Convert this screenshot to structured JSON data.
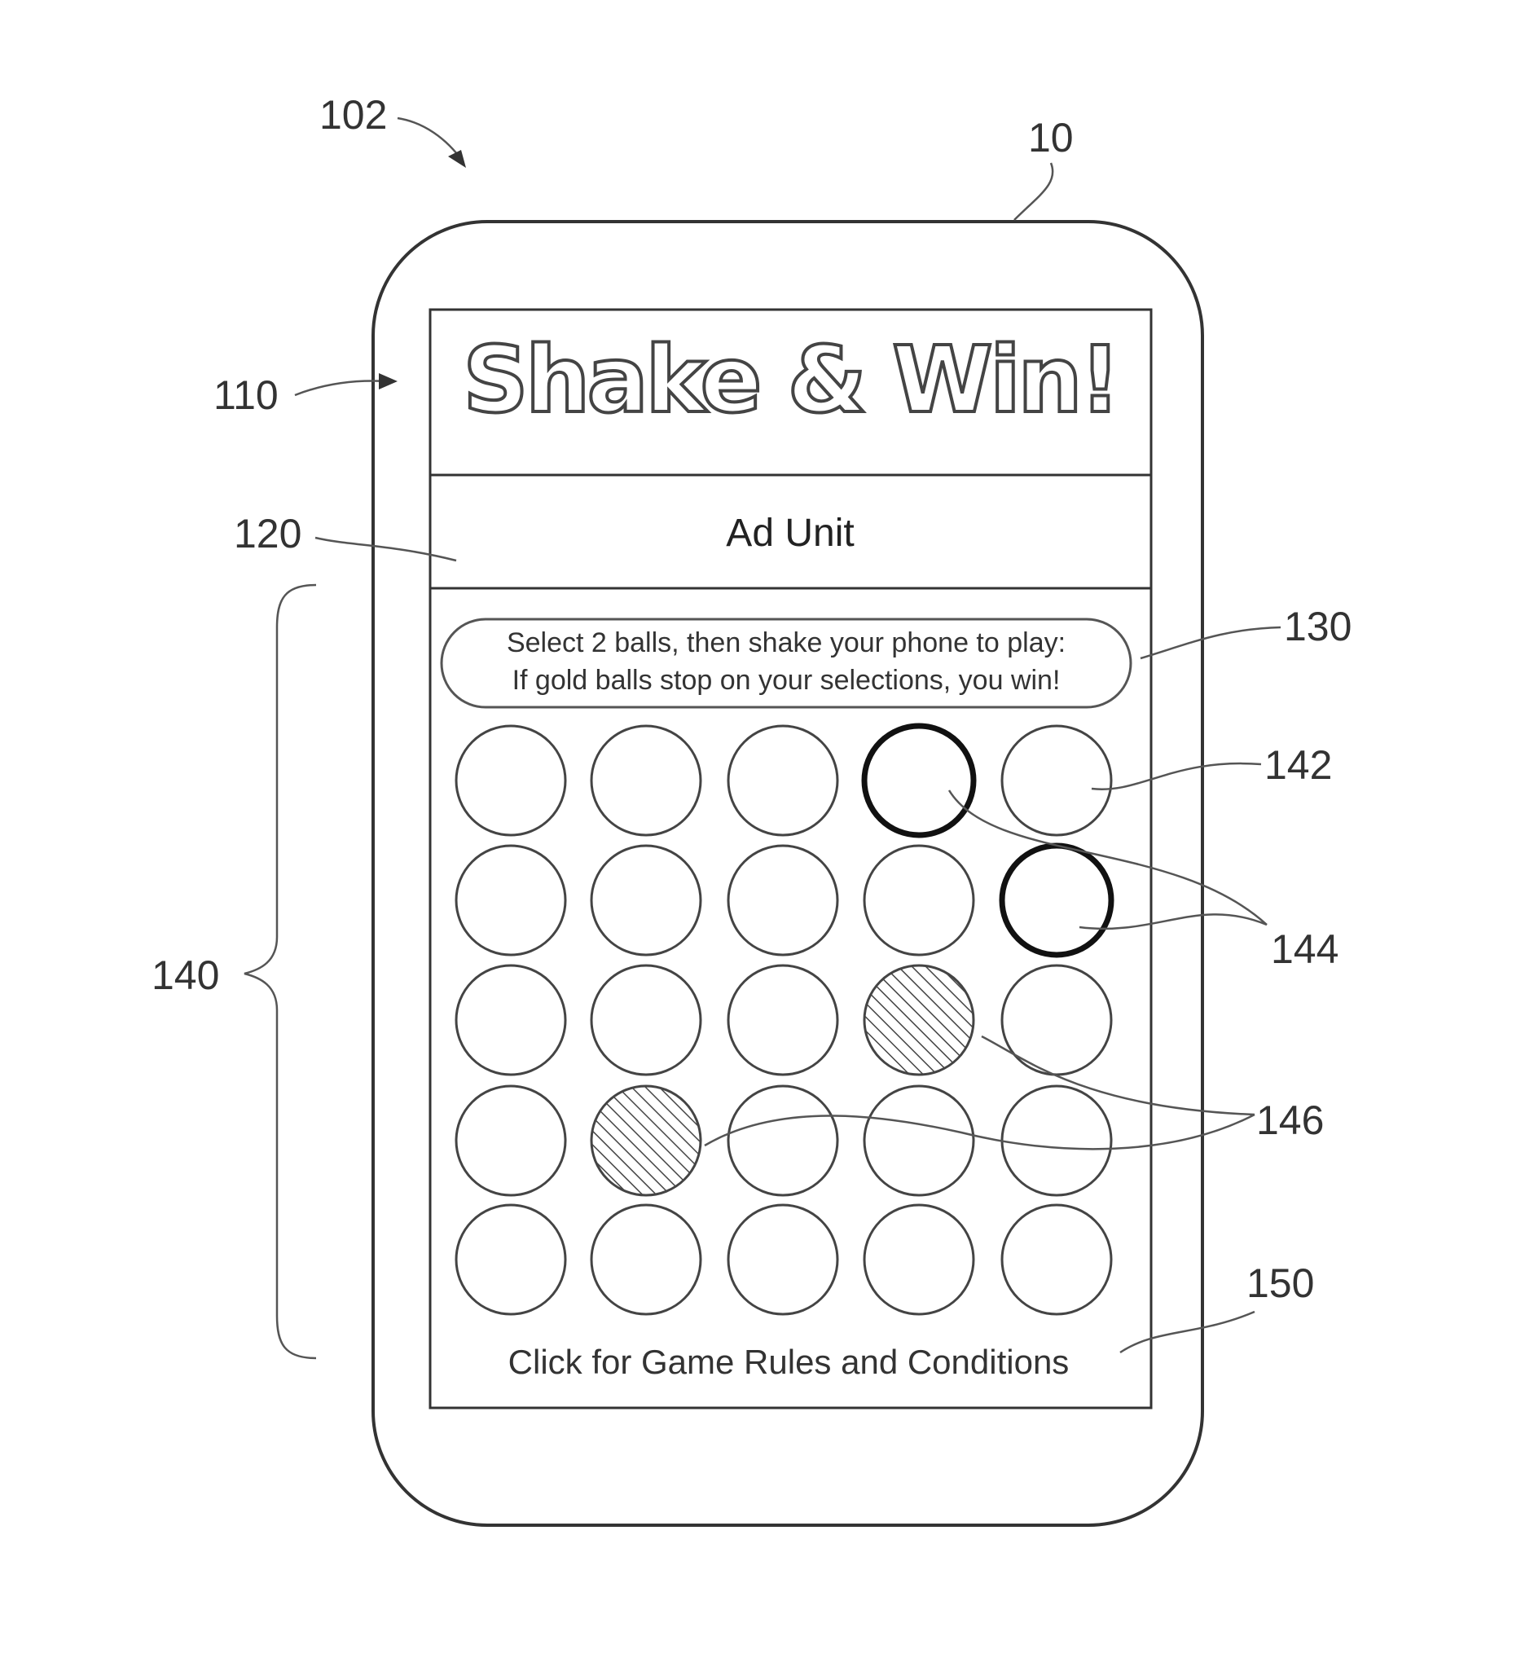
{
  "refs": {
    "device_system": "102",
    "device": "10",
    "logo_area": "110",
    "ad_unit": "120",
    "instructions": "130",
    "ball": "142",
    "selected_balls": "144",
    "gold_balls": "146",
    "game_area": "140",
    "rules_link": "150"
  },
  "screen": {
    "logo_text": "Shake & Win!",
    "ad_label": "Ad Unit",
    "instructions_line1": "Select 2 balls, then shake your phone to play:",
    "instructions_line2": "If gold balls stop on your selections, you win!",
    "rules_link": "Click for Game Rules and Conditions"
  },
  "grid": {
    "rows": 5,
    "cols": 5,
    "selected": [
      [
        0,
        3
      ],
      [
        1,
        4
      ]
    ],
    "gold": [
      [
        2,
        3
      ],
      [
        3,
        1
      ]
    ]
  }
}
